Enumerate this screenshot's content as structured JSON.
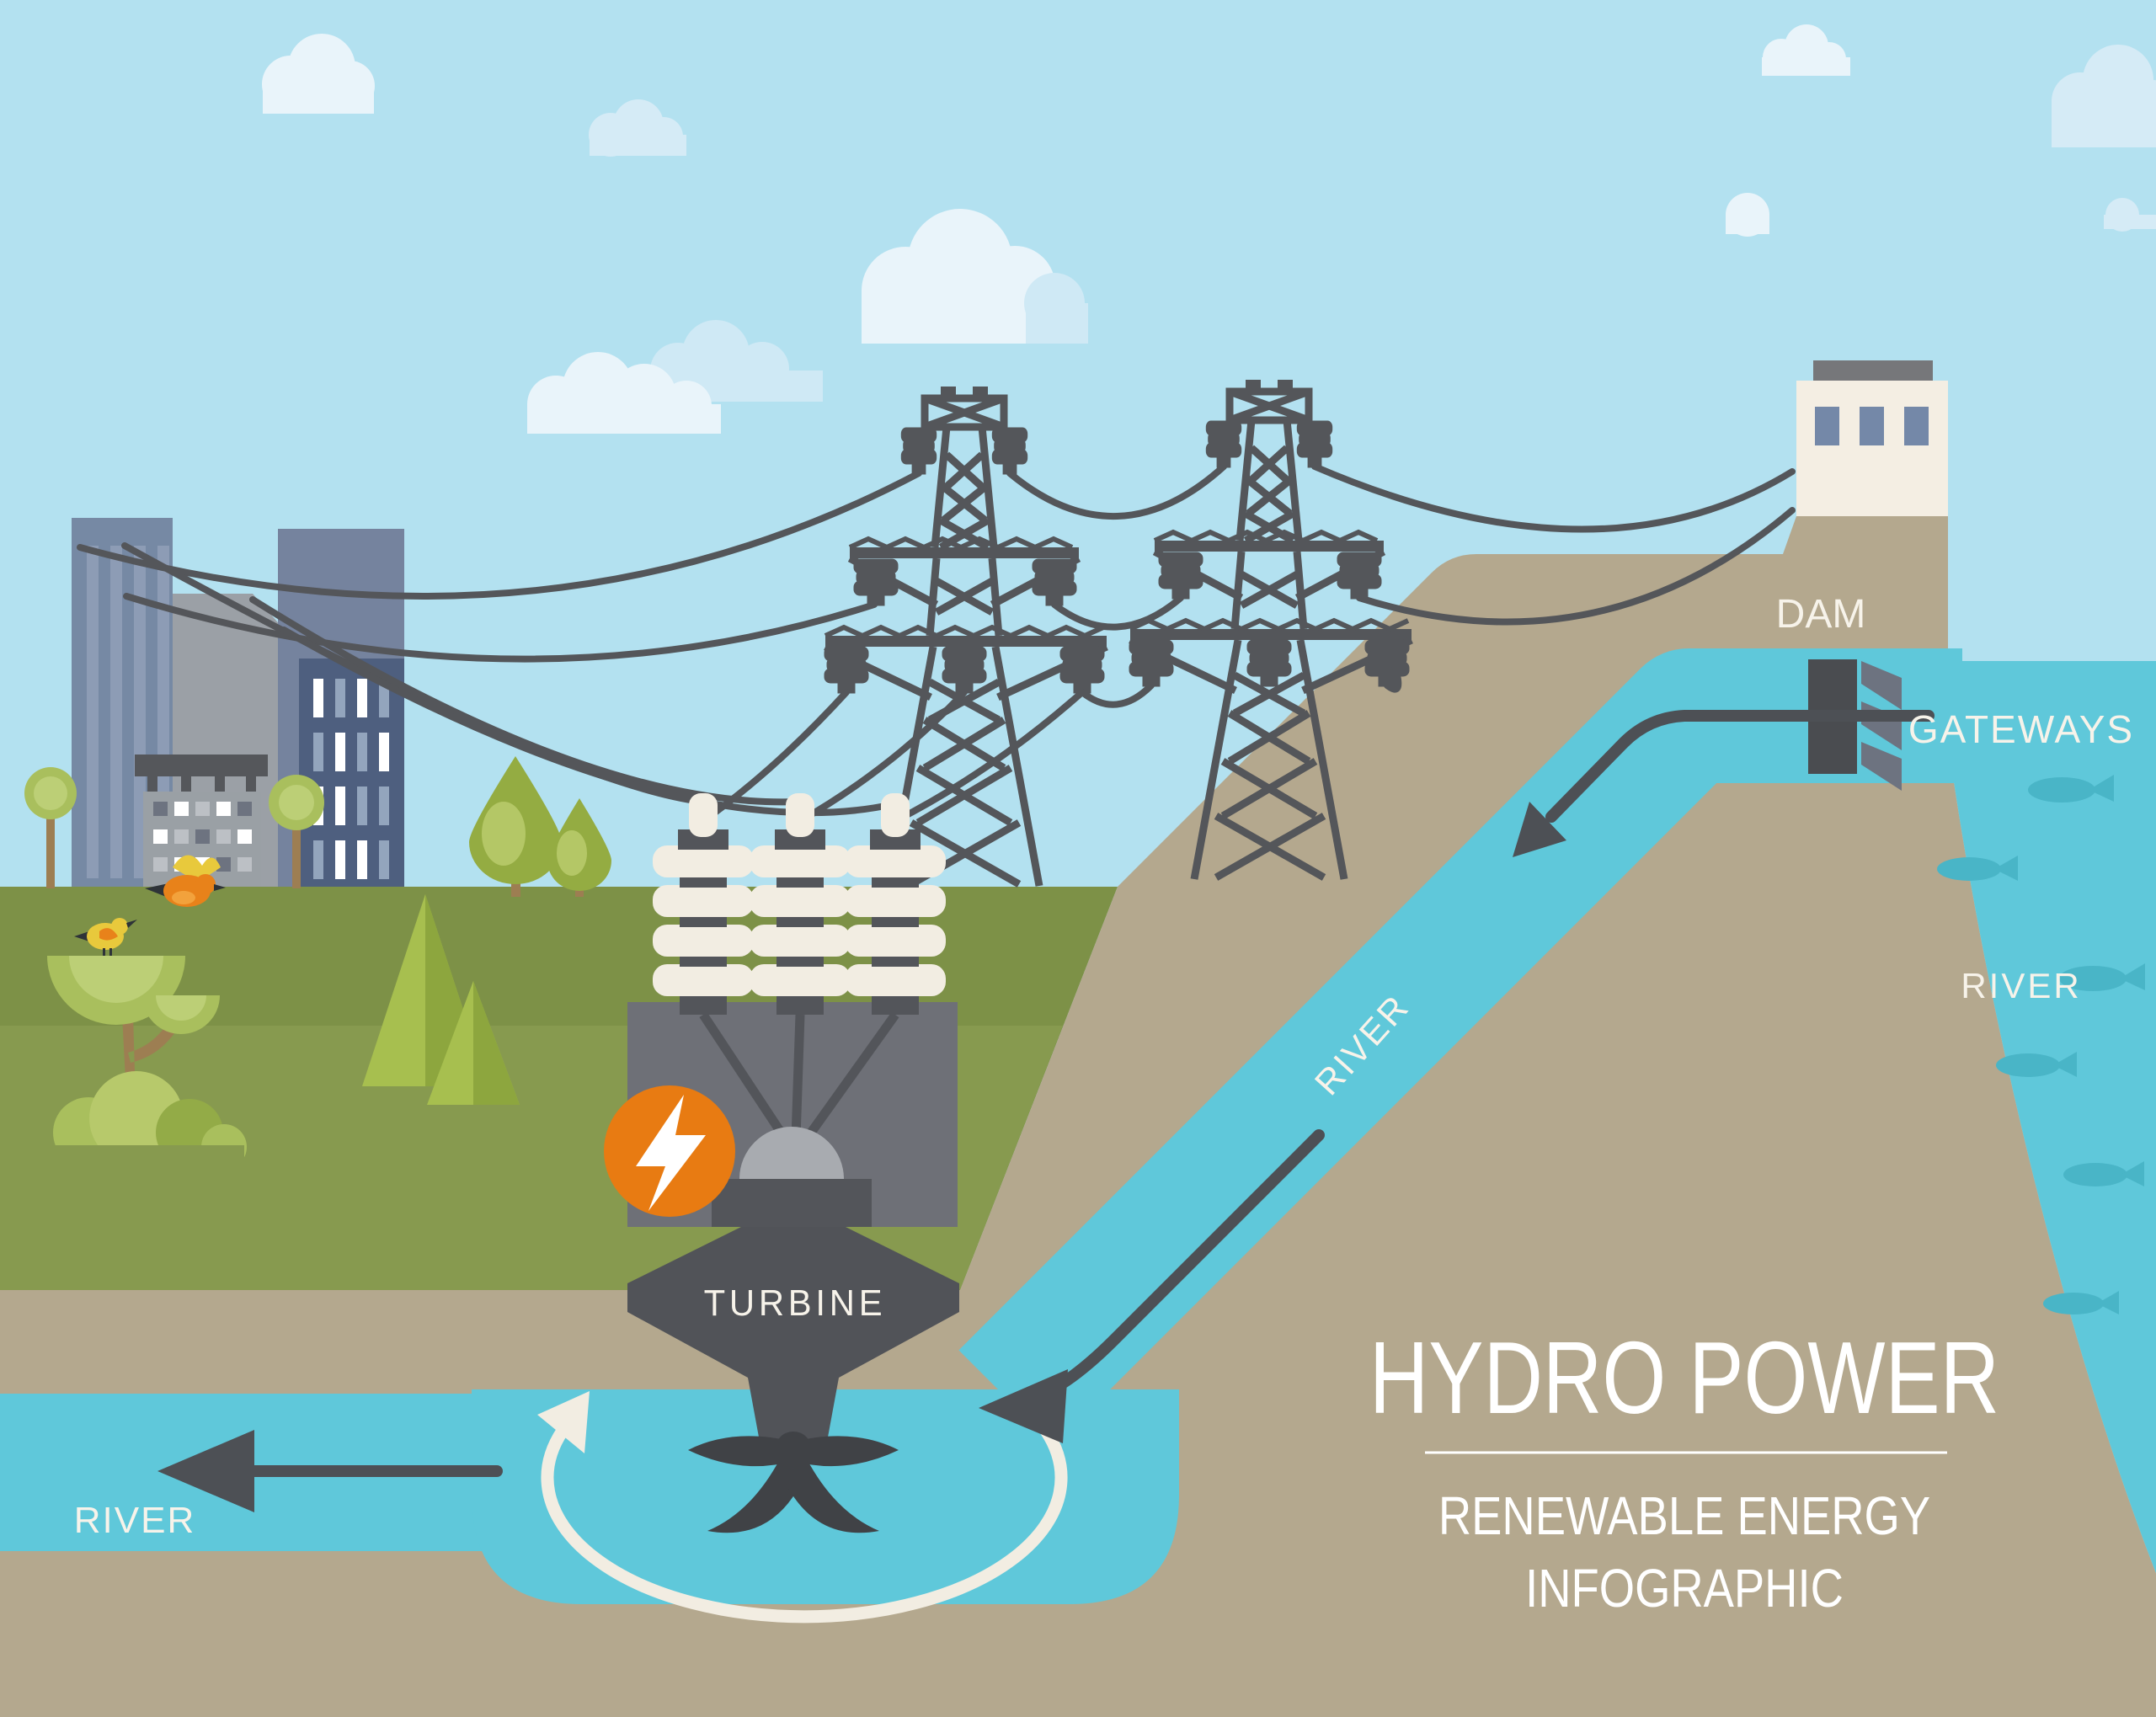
{
  "infographic": {
    "title": "HYDRO POWER",
    "subtitle_line1": "RENEWABLE ENERGY",
    "subtitle_line2": "INFOGRAPHIC",
    "labels": {
      "dam": "DAM",
      "gateways": "GATEWAYS",
      "river_reservoir": "RIVER",
      "river_penstock": "RIVER",
      "river_outflow": "RIVER",
      "turbine": "TURBINE"
    },
    "colors": {
      "sky": "#b3e1f0",
      "cloud_white": "#e9f4fa",
      "cloud_blue": "#d2eaf5",
      "grass_dark": "#7d9147",
      "grass_light": "#879a4f",
      "land_tan": "#b4a88e",
      "water_teal": "#5fc8da",
      "fish_teal": "#49b5c7",
      "structure_dark": "#54565a",
      "turbine_gray": "#6e7077",
      "cream": "#f2ede2",
      "accent_orange": "#e87b12",
      "building_blue": "#7689a4",
      "building_navy": "#4e5f7f",
      "building_gray": "#9ba0a6"
    }
  }
}
